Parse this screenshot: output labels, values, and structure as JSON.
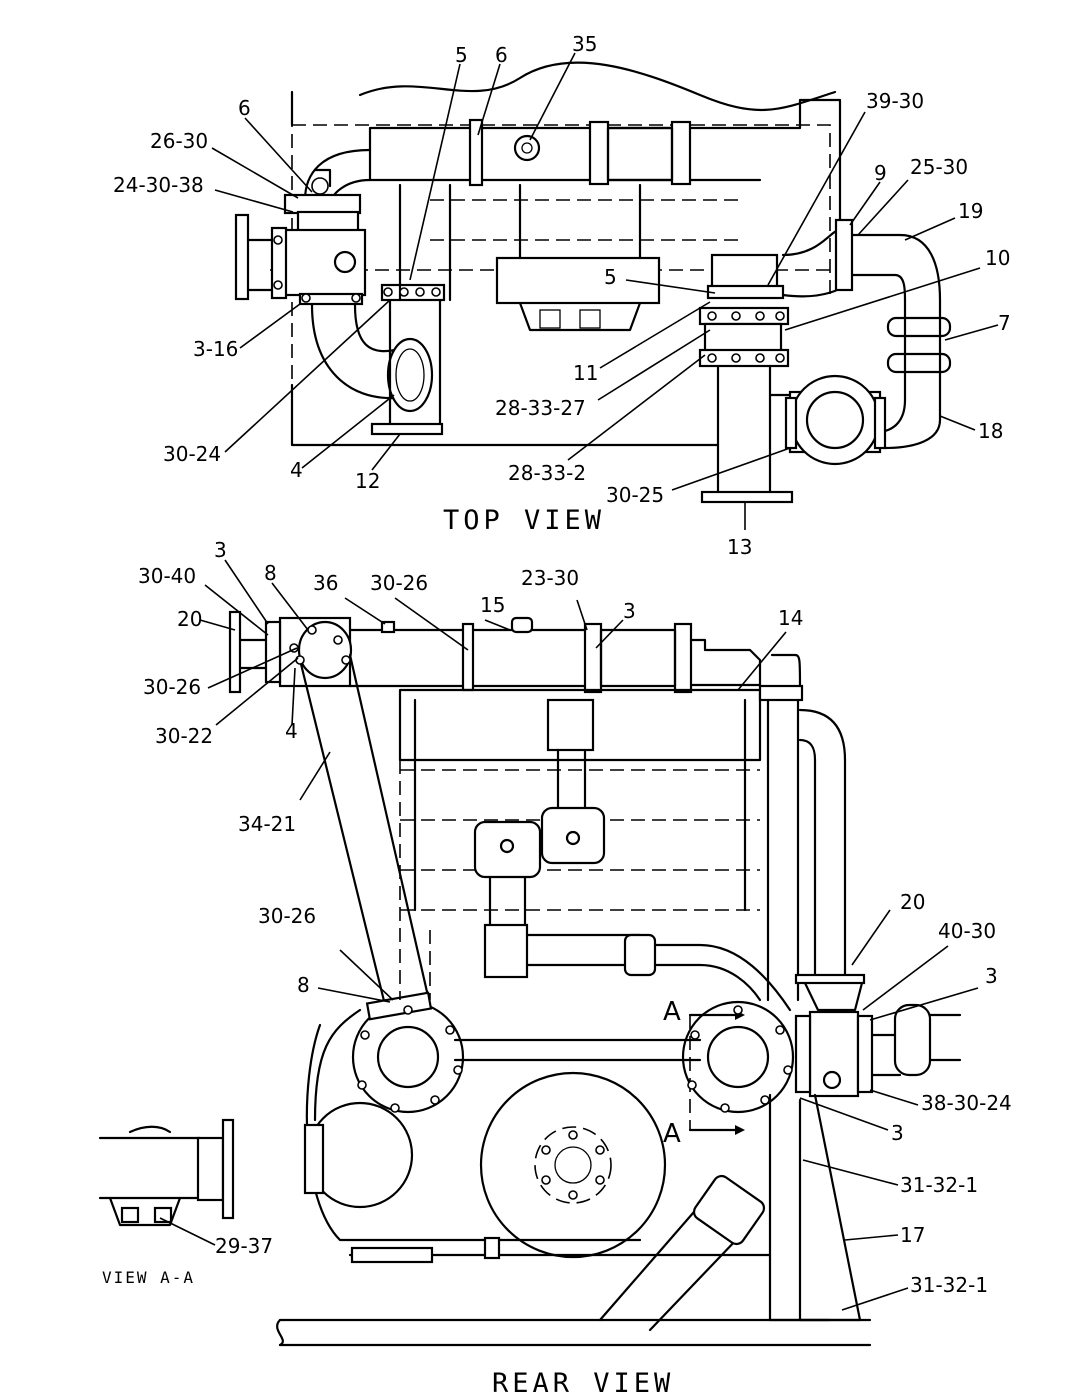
{
  "views": {
    "top": "TOP VIEW",
    "rear": "REAR VIEW",
    "aa": "VIEW A-A"
  },
  "section_marker": "A",
  "callouts": {
    "c_5a": "5",
    "c_6a": "6",
    "c_35": "35",
    "c_39_30": "39-30",
    "c_6b": "6",
    "c_26_30": "26-30",
    "c_9": "9",
    "c_25_30": "25-30",
    "c_24_30_38": "24-30-38",
    "c_19": "19",
    "c_10": "10",
    "c_5b": "5",
    "c_7": "7",
    "c_3_16": "3-16",
    "c_11": "11",
    "c_28_33_27": "28-33-27",
    "c_18": "18",
    "c_30_24": "30-24",
    "c_4a": "4",
    "c_12": "12",
    "c_28_33_2": "28-33-2",
    "c_30_25": "30-25",
    "c_13": "13",
    "c_3a": "3",
    "c_30_40": "30-40",
    "c_8a": "8",
    "c_36": "36",
    "c_30_26a": "30-26",
    "c_23_30": "23-30",
    "c_15": "15",
    "c_3b": "3",
    "c_14": "14",
    "c_20a": "20",
    "c_30_26b": "30-26",
    "c_30_22": "30-22",
    "c_4b": "4",
    "c_34_21": "34-21",
    "c_30_26c": "30-26",
    "c_20b": "20",
    "c_40_30": "40-30",
    "c_8b": "8",
    "c_3c": "3",
    "c_38_30_24": "38-30-24",
    "c_3d": "3",
    "c_31_32_1a": "31-32-1",
    "c_29_37": "29-37",
    "c_17": "17",
    "c_31_32_1b": "31-32-1"
  }
}
